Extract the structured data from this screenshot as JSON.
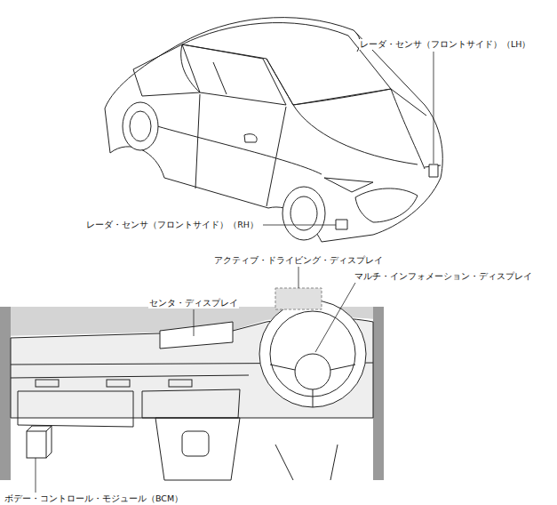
{
  "diagram": {
    "labels": [
      "レーダ・センサ（フロントサイド）（LH）",
      "レーダ・センサ（フロントサイド）（RH）",
      "アクティブ・ドライビング・ディスプレイ",
      "センタ・ディスプレイ",
      "マルチ・インフォメーション・ディスプレイ",
      "ボデー・コントロール・モジュール（BCM）"
    ]
  }
}
